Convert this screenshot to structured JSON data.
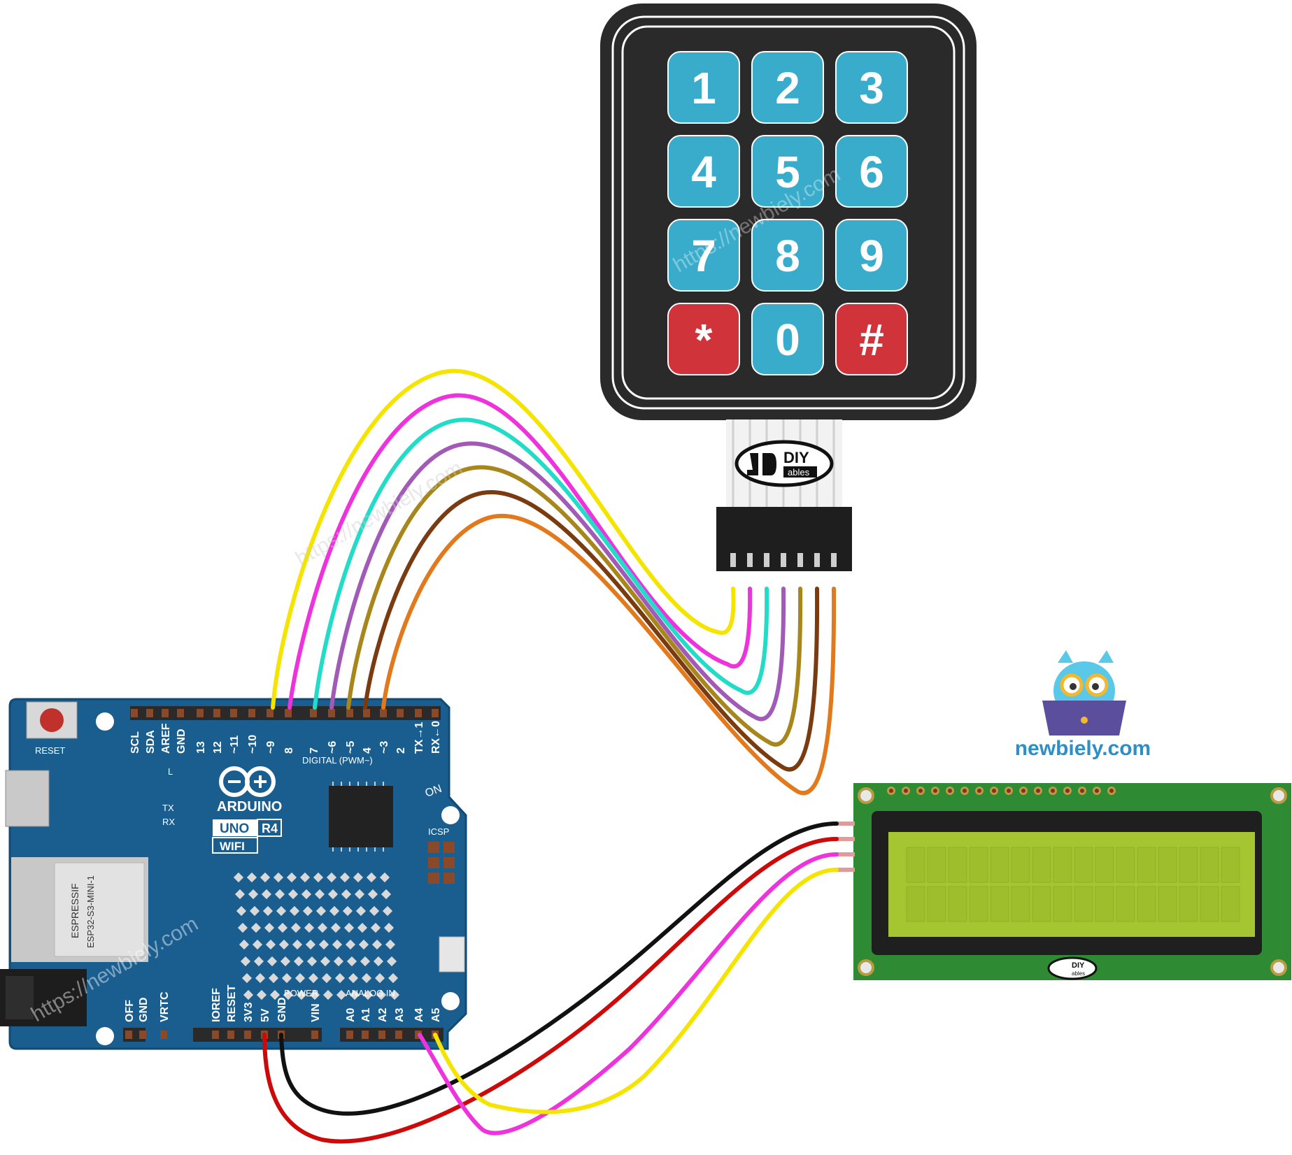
{
  "keypad": {
    "keys": [
      "1",
      "2",
      "3",
      "4",
      "5",
      "6",
      "7",
      "8",
      "9",
      "*",
      "0",
      "#"
    ],
    "key_colors": [
      "blue",
      "blue",
      "blue",
      "blue",
      "blue",
      "blue",
      "blue",
      "blue",
      "blue",
      "red",
      "blue",
      "red"
    ],
    "brand_main": "DIY",
    "brand_sub": "ables"
  },
  "colors": {
    "keypad_blue": "#3aaccb",
    "keypad_red": "#d0343a",
    "board_blue": "#1a5d8f",
    "lcd_green": "#2f8a34",
    "lcd_screen": "#a5c531",
    "brand_blue": "#2d8fc8"
  },
  "board": {
    "reset": "RESET",
    "logo": "ARDUINO",
    "model": "UNO",
    "rev": "R4",
    "wifi": "WIFI",
    "on": "ON",
    "icsp": "ICSP",
    "module_maker": "ESPRESSIF",
    "module_name": "ESP32-S3-MINI-1",
    "header_top_labels": [
      "SCL",
      "SDA",
      "AREF",
      "GND",
      "13",
      "12",
      "~11",
      "~10",
      "~9",
      "8",
      "7",
      "~6",
      "~5",
      "4",
      "~3",
      "2",
      "TX→1",
      "RX←0"
    ],
    "digital_label": "DIGITAL (PWM~)",
    "l_led": "L",
    "tx": "TX",
    "rx": "RX",
    "header_bottom_labels": [
      "OFF",
      "GND",
      "VRTC",
      "IOREF",
      "RESET",
      "3V3",
      "5V",
      "GND",
      "VIN",
      "A0",
      "A1",
      "A2",
      "A3",
      "A4",
      "A5"
    ],
    "power_label": "POWER",
    "analog_label": "ANALOG IN"
  },
  "lcd": {
    "brand_main": "DIY",
    "brand_sub": "ables"
  },
  "branding": {
    "site": "newbiely.com",
    "watermark": "https://newbiely.com"
  },
  "wires": {
    "keypad": [
      "yellow",
      "magenta",
      "cyan",
      "purple",
      "olive",
      "brown",
      "orange"
    ],
    "lcd": [
      "black",
      "red",
      "magenta",
      "yellow"
    ]
  }
}
